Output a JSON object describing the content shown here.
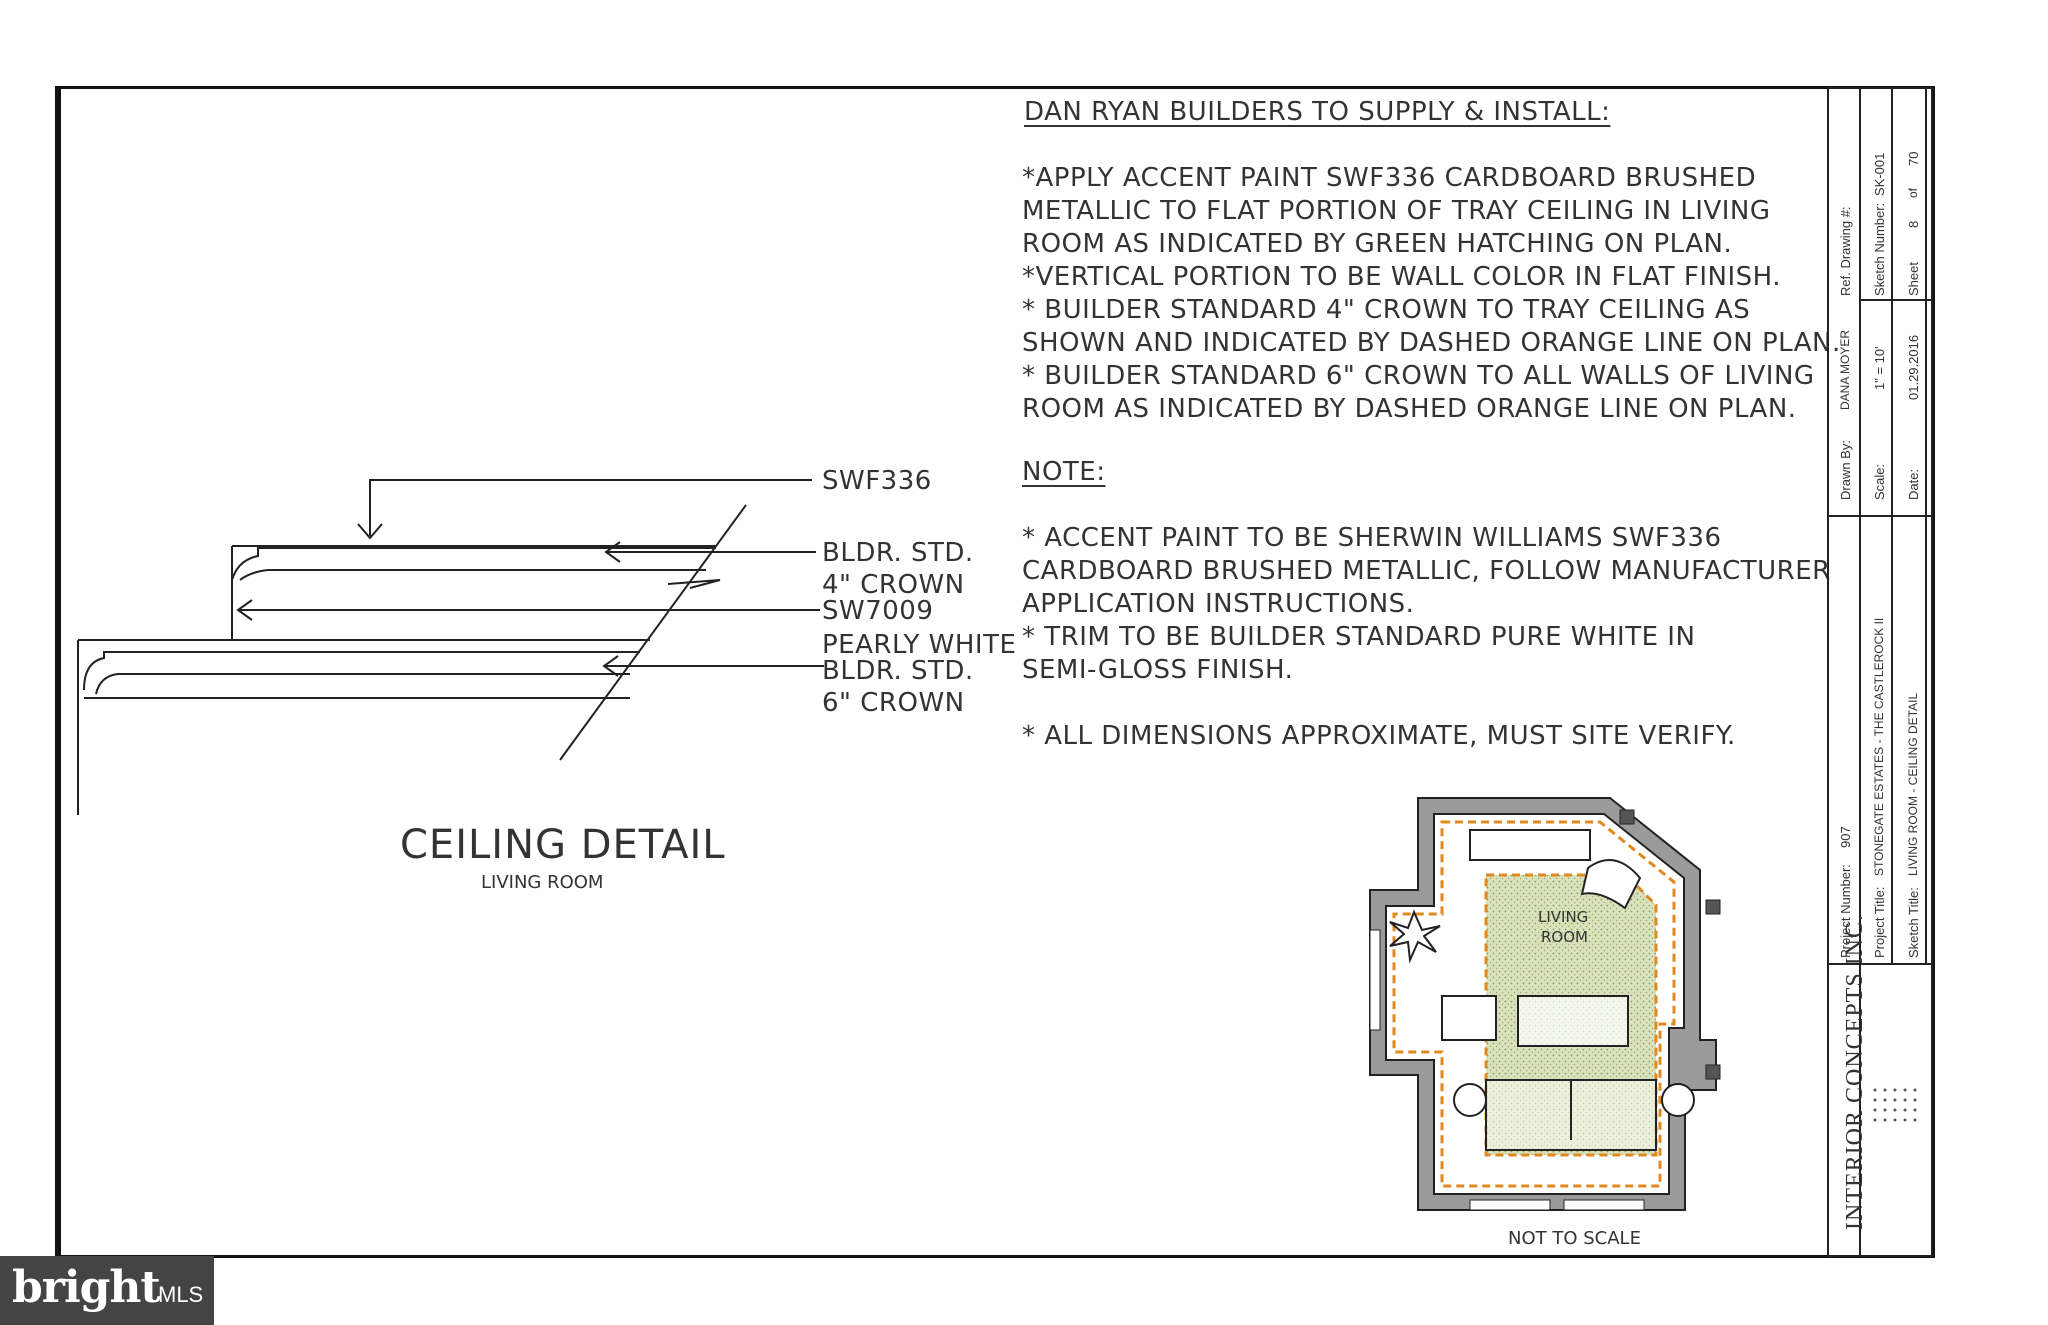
{
  "header": {
    "title": "DAN RYAN BUILDERS TO SUPPLY & INSTALL:"
  },
  "instructions": [
    "*APPLY ACCENT PAINT SWF336 CARDBOARD BRUSHED",
    "METALLIC TO FLAT PORTION OF TRAY CEILING IN LIVING",
    "ROOM AS INDICATED BY GREEN HATCHING ON PLAN.",
    "*VERTICAL PORTION TO BE WALL COLOR IN FLAT FINISH.",
    "* BUILDER STANDARD 4\" CROWN TO TRAY CEILING AS",
    "SHOWN AND INDICATED BY DASHED ORANGE LINE ON PLAN.",
    "* BUILDER STANDARD 6\" CROWN TO ALL WALLS OF LIVING",
    "ROOM AS INDICATED BY DASHED ORANGE LINE ON PLAN."
  ],
  "note": {
    "title": "NOTE:",
    "lines": [
      "* ACCENT PAINT TO BE SHERWIN WILLIAMS SWF336",
      "CARDBOARD BRUSHED METALLIC, FOLLOW MANUFACTURER",
      "APPLICATION INSTRUCTIONS.",
      "* TRIM TO BE BUILDER STANDARD PURE WHITE IN",
      "SEMI-GLOSS FINISH.",
      "",
      "* ALL DIMENSIONS APPROXIMATE, MUST SITE VERIFY."
    ]
  },
  "detail": {
    "labels": {
      "swf": "SWF336",
      "bldr4_a": "BLDR. STD.",
      "bldr4_b": "4\" CROWN",
      "sw_a": "SW7009",
      "sw_b": "PEARLY WHITE",
      "bldr6_a": "BLDR. STD.",
      "bldr6_b": "6\" CROWN"
    },
    "title": "CEILING DETAIL",
    "subtitle": "LIVING ROOM"
  },
  "plan": {
    "room_label_1": "LIVING",
    "room_label_2": "ROOM",
    "scale_note": "NOT TO SCALE"
  },
  "title_block": {
    "company": "INTERIOR CONCEPTS INC.",
    "project_number_label": "Project Number:",
    "project_number": "907",
    "project_title_label": "Project Title:",
    "project_title": "STONEGATE ESTATES - THE CASTLEROCK II",
    "sketch_title_label": "Sketch Title:",
    "sketch_title": "LIVING ROOM - CEILING DETAIL",
    "drawn_by_label": "Drawn By:",
    "drawn_by": "DANA MOYER",
    "scale_label": "Scale:",
    "scale": "1\" = 10'",
    "date_label": "Date:",
    "date": "01.29.2016",
    "ref_label": "Ref. Drawing #:",
    "ref": "",
    "sketch_number_label": "Sketch Number:",
    "sketch_number": "SK-001",
    "sheet_label": "Sheet",
    "sheet": "8",
    "of_label": "of",
    "sheet_total": "70"
  },
  "watermark": {
    "brand": "bright",
    "suffix": "MLS"
  },
  "colors": {
    "line": "#222222",
    "hatch": "#c9d6a8",
    "crown": "#e08a1e",
    "watermark_bg": "#444444"
  }
}
